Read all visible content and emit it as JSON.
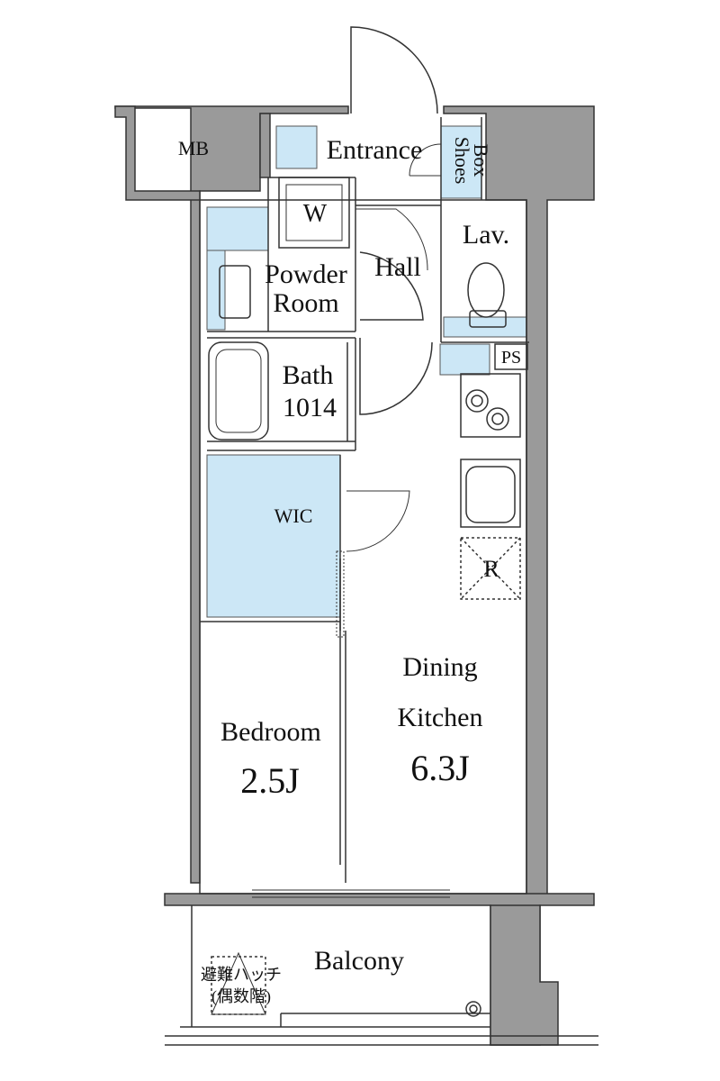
{
  "rooms": {
    "mb": "MB",
    "entrance": "Entrance",
    "shoes_box_line1": "Shoes",
    "shoes_box_line2": "Box",
    "washer": "W",
    "lavatory": "Lav.",
    "hall": "Hall",
    "powder_room_line1": "Powder",
    "powder_room_line2": "Room",
    "bath_line1": "Bath",
    "bath_line2": "1014",
    "ps": "PS",
    "wic": "WIC",
    "refrigerator": "R",
    "dining_kitchen_line1": "Dining",
    "dining_kitchen_line2": "Kitchen",
    "dining_kitchen_size": "6.3J",
    "bedroom": "Bedroom",
    "bedroom_size": "2.5J",
    "balcony": "Balcony",
    "evac_hatch_line1": "避難ハッチ",
    "evac_hatch_line2": "(偶数階)"
  },
  "colors": {
    "wall": "#9a9a9a",
    "line": "#333333",
    "accent": "#cce7f6"
  }
}
